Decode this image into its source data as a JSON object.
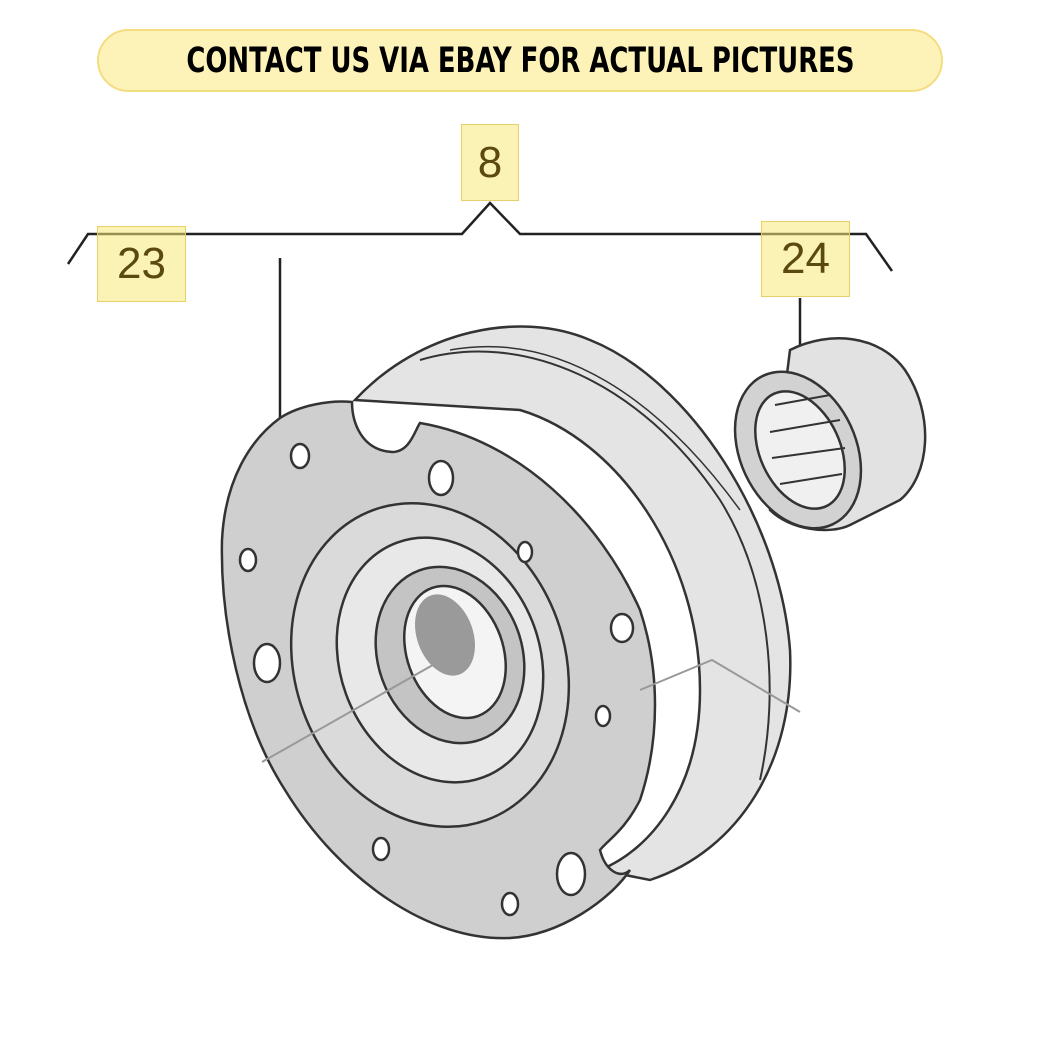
{
  "banner": {
    "text": "CONTACT US VIA EBAY FOR ACTUAL PICTURES"
  },
  "callouts": {
    "assembly": "8",
    "hub": "23",
    "bearing": "24"
  },
  "colors": {
    "banner_fill": "#fdf2b8",
    "callout_fill": "#f8e778",
    "line_color": "#222222"
  }
}
